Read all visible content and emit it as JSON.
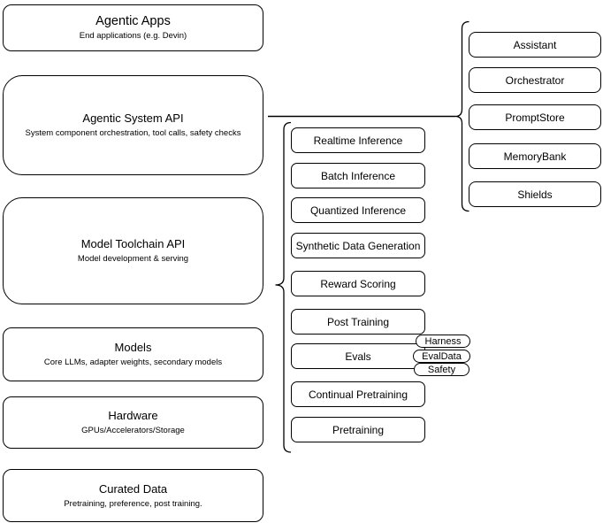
{
  "left_column": {
    "boxes": [
      {
        "title": "Agentic Apps",
        "subtitle": "End applications (e.g. Devin)"
      },
      {
        "title": "Agentic System API",
        "subtitle": "System component orchestration, tool calls, safety checks"
      },
      {
        "title": "Model Toolchain API",
        "subtitle": "Model development & serving"
      },
      {
        "title": "Models",
        "subtitle": "Core LLMs, adapter weights, secondary models"
      },
      {
        "title": "Hardware",
        "subtitle": "GPUs/Accelerators/Storage"
      },
      {
        "title": "Curated Data",
        "subtitle": "Pretraining, preference, post training."
      }
    ]
  },
  "middle_column": {
    "items": [
      "Realtime Inference",
      "Batch Inference",
      "Quantized Inference",
      "Synthetic Data Generation",
      "Reward Scoring",
      "Post Training",
      "Evals",
      "Continual Pretraining",
      "Pretraining"
    ]
  },
  "evals_tags": [
    "Harness",
    "EvalData",
    "Safety"
  ],
  "right_column": {
    "items": [
      "Assistant",
      "Orchestrator",
      "PromptStore",
      "MemoryBank",
      "Shields"
    ]
  },
  "colors": {
    "node_border": "#000000",
    "node_fill": "#ffffff",
    "text": "#000000"
  }
}
